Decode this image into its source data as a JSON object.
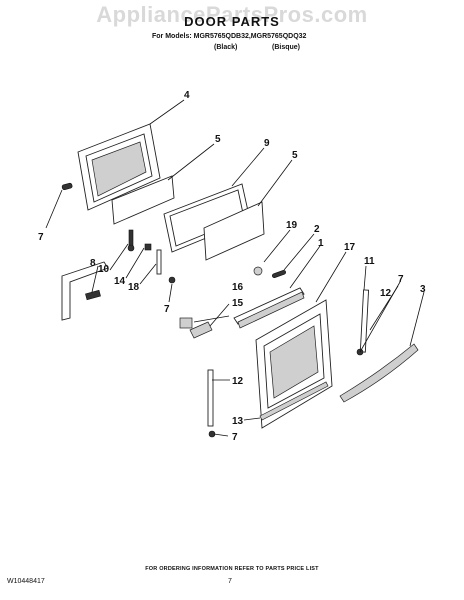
{
  "watermark": "AppliancePartsPros.com",
  "header": {
    "title": "DOOR PARTS",
    "models": "For Models: MGR5765QDB32,MGR5765QDQ32",
    "variant_black": "(Black)",
    "variant_bisque": "(Bisque)"
  },
  "callouts": {
    "c4": "4",
    "c5a": "5",
    "c9": "9",
    "c5b": "5",
    "c7a": "7",
    "c19": "19",
    "c2": "2",
    "c1": "1",
    "c17": "17",
    "c11": "11",
    "c7b": "7",
    "c12a": "12",
    "c3": "3",
    "c8": "8",
    "c10": "10",
    "c14": "14",
    "c18": "18",
    "c7c": "7",
    "c16": "16",
    "c15": "15",
    "c12b": "12",
    "c13": "13",
    "c7d": "7"
  },
  "footer": {
    "note": "FOR ORDERING INFORMATION REFER TO PARTS PRICE LIST",
    "doc_id": "W10448417",
    "page": "7"
  }
}
